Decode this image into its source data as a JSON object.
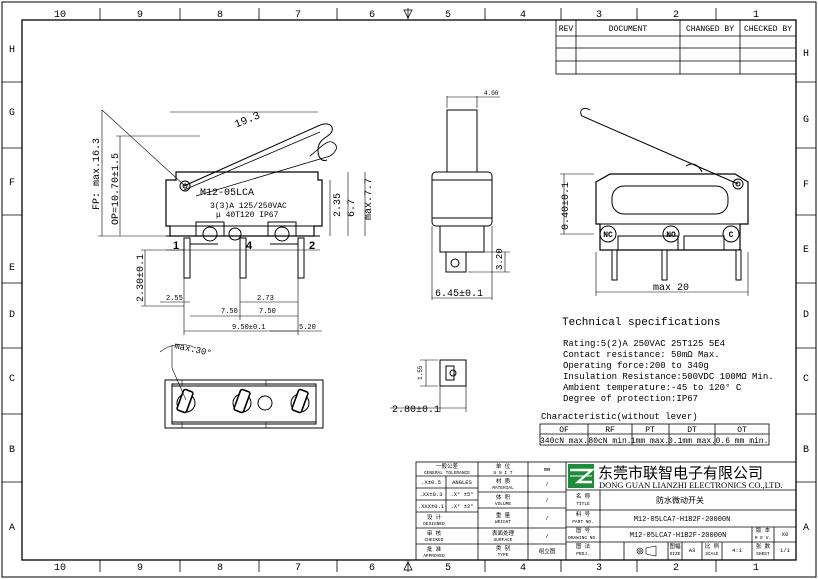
{
  "border": {
    "cols_top": [
      "10",
      "9",
      "8",
      "7",
      "6",
      "5",
      "4",
      "3",
      "2",
      "1"
    ],
    "cols_bottom": [
      "10",
      "9",
      "8",
      "7",
      "6",
      "5",
      "4",
      "3",
      "2",
      "1"
    ],
    "rows_left": [
      "H",
      "G",
      "F",
      "E",
      "D",
      "C",
      "B",
      "A"
    ],
    "rows_right": [
      "H",
      "G",
      "F",
      "E",
      "D",
      "C",
      "B",
      "A"
    ]
  },
  "revision_table": {
    "headers": [
      "REV",
      "DOCUMENT",
      "CHANGED BY",
      "CHECKED BY"
    ]
  },
  "front_view": {
    "model": "M12-05LCA",
    "rating": "3(3)A 125/250VAC",
    "temp": "μ 40T120 IP67",
    "terminals": [
      "1",
      "4",
      "2"
    ],
    "dims": {
      "lever": "19.3",
      "fp": "FP: max.16.3",
      "op": "OP=10.70±1.5",
      "h235": "2.35",
      "h67": "6.7",
      "max77": "max.7.7",
      "h230": "2.30±0.1",
      "w255": "2.55",
      "w750a": "7.50",
      "w273": "2.73",
      "w750b": "7.50",
      "w950": "9.50±0.1",
      "w520": "5.20"
    }
  },
  "side_view": {
    "dims": {
      "top": "4.00",
      "h320": "3.20",
      "w645": "6.45±0.1"
    }
  },
  "rear_view": {
    "labels": [
      "NC",
      "NO",
      "C"
    ],
    "dims": {
      "h040": "0.40±0.1",
      "max20": "max 20"
    }
  },
  "bottom_view": {
    "dims": {
      "angle": "max.30°",
      "h155": "1.55",
      "w280": "2.80±0.1"
    }
  },
  "specs": {
    "title": "Technical specifications",
    "lines": [
      "Rating:5(2)A 250VAC 25T125 5E4",
      "Contact resistance: 50mΩ Max.",
      "Operating force:200 to 340g",
      "Insulation Resistance:500VDC 100MΩ Min.",
      "Ambient temperature:-45 to 120° C",
      "Degree of protection:IP67"
    ]
  },
  "characteristic": {
    "title": "Characteristic(without lever)",
    "headers": [
      "OF",
      "RF",
      "PT",
      "DT",
      "OT"
    ],
    "values": [
      "340cN max.",
      "80cN min.",
      "1mm max.",
      "0.1mm max.",
      "0.6 mm min."
    ]
  },
  "title_block": {
    "tolerance_title_cn": "一般公差",
    "tolerance_title_en": "GENERAL TOLERANCE",
    "tol_rows": [
      [
        ".X±0.5",
        "ANGLES"
      ],
      [
        ".XX±0.3",
        ".X° ±5°"
      ],
      [
        ".XXX±0.1",
        ".X° ±2°"
      ]
    ],
    "designed_cn": "设 计",
    "designed_en": "DESIGNED",
    "checked_cn": "审 核",
    "checked_en": "CHECKED",
    "approved_cn": "批 准",
    "approved_en": "APPROVED",
    "unit_cn": "单 位",
    "unit_en": "U N I T",
    "unit_val": "mm",
    "material_cn": "材 质",
    "material_en": "MATERIAL",
    "material_val": "/",
    "volume_cn": "体 积",
    "volume_en": "VOLUME",
    "volume_val": "/",
    "weight_cn": "重 量",
    "weight_en": "WEIGHT",
    "weight_val": "/",
    "surface_cn": "表面处理",
    "surface_en": "SURFACE",
    "surface_val": "/",
    "type_cn": "类 别",
    "type_en": "TYPE",
    "type_val": "组立图",
    "company_cn": "东莞市联智电子有限公司",
    "company_en": "DONG GUAN LIANZHI ELECTRONICS CO.,LTD.",
    "name_cn": "名 称",
    "name_en": "TITLE",
    "name_val": "防水微动开关",
    "part_cn": "料 号",
    "part_en": "PART NO.",
    "part_val": "M12-05LCA7-H1B2F-20000N",
    "drawing_cn": "图 号",
    "drawing_en": "DRAWING NO.",
    "drawing_val": "M12-05LCA7-H1B2F-20000N",
    "proj_cn": "图 法",
    "proj_en": "PROJ.",
    "size_cn": "图幅",
    "size_en": "SIZE",
    "size_val": "A3",
    "scale_cn": "比 例",
    "scale_en": "SCALE",
    "scale_val": "4:1",
    "sheet_cn": "张 数",
    "sheet_en": "SHEET",
    "sheet_val": "1/1",
    "rev_cn": "版 本",
    "rev_en": "R E V.",
    "rev_val": "X0"
  }
}
